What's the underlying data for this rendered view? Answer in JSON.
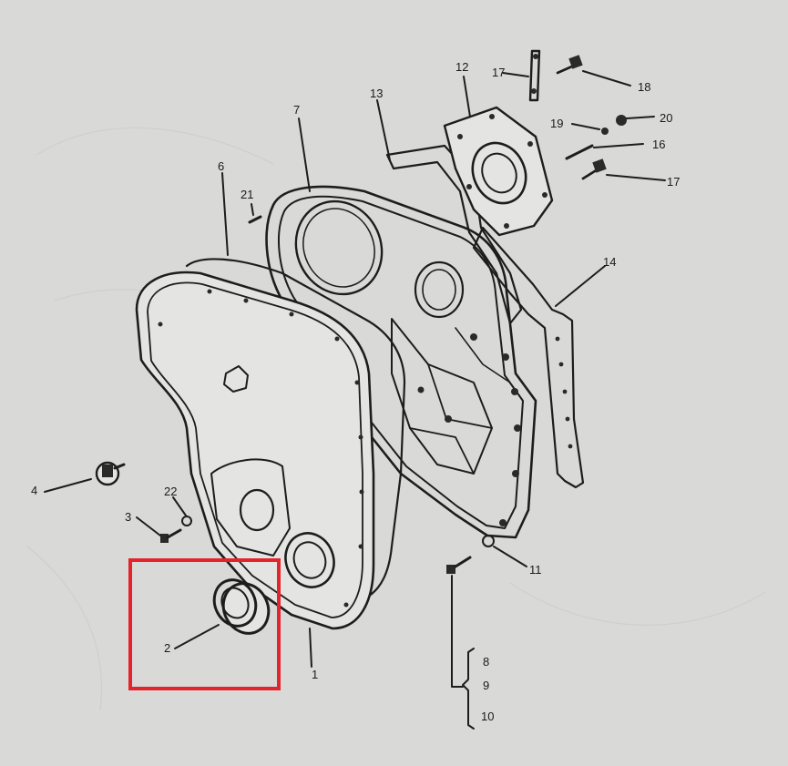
{
  "colors": {
    "paper": "#d9d9d8",
    "ink": "#1d1d1d",
    "highlight": "#e4242b"
  },
  "labels": {
    "l1": "1",
    "l2": "2",
    "l3": "3",
    "l4": "4",
    "l6": "6",
    "l7": "7",
    "l8": "8",
    "l9": "9",
    "l10": "10",
    "l11": "11",
    "l12": "12",
    "l13": "13",
    "l14": "14",
    "l16": "16",
    "l17a": "17",
    "l17b": "17",
    "l18": "18",
    "l19": "19",
    "l20": "20",
    "l21": "21",
    "l22": "22"
  },
  "highlight_box": {
    "part": "2"
  }
}
